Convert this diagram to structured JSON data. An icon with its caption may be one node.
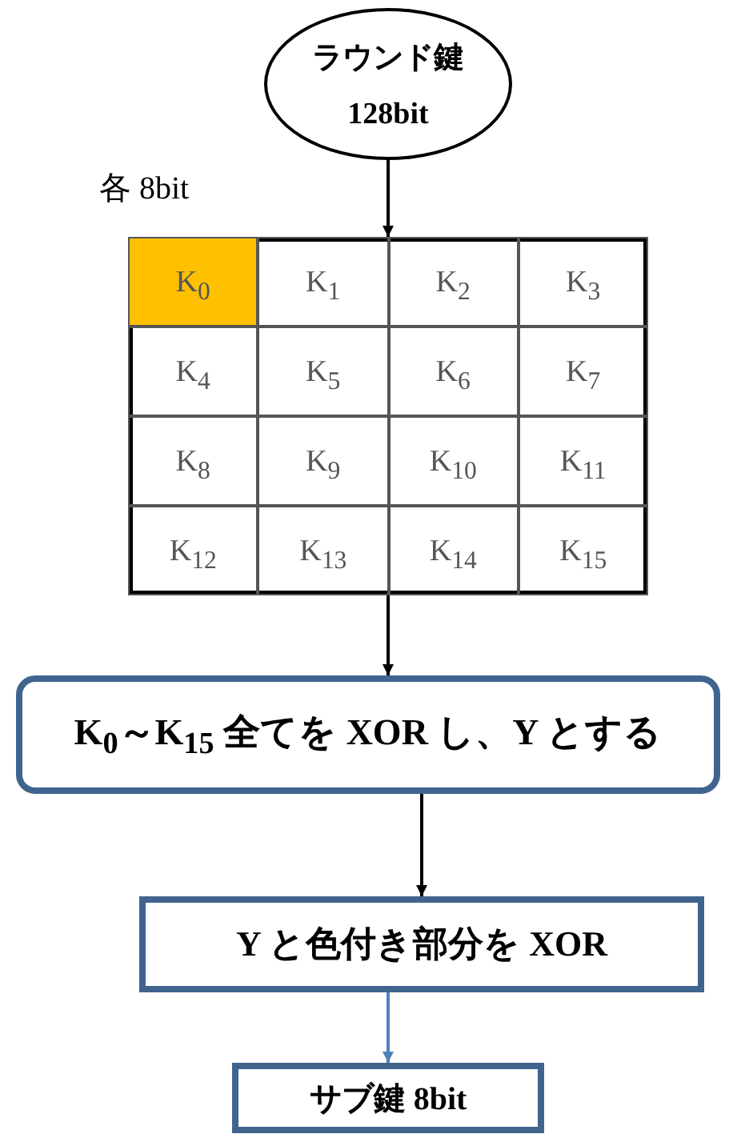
{
  "diagram": {
    "nodes": [
      {
        "text": [
          "ラウンド鍵",
          "128bit"
        ]
      },
      {
        "text": [],
        "shape": "box"
      },
      {
        "text": [
          "K$_{0}$"
        ],
        "in": 1
      },
      {
        "text": [
          "K$_{1}$"
        ],
        "in": 1
      },
      {
        "text": [
          "K$_{2}$"
        ],
        "in": 1
      },
      {
        "text": [
          "K$_{3}$"
        ],
        "in": 1
      },
      {
        "text": [
          "K$_{4}$"
        ],
        "in": 1
      },
      {
        "text": [
          "K$_{5}$"
        ],
        "in": 1
      },
      {
        "text": [
          "K$_{6}$"
        ],
        "in": 1
      },
      {
        "text": [
          "K$_{7}$"
        ],
        "in": 1
      },
      {
        "text": [
          "K$_{8}$"
        ],
        "in": 1
      },
      {
        "text": [
          "K$_{9}$"
        ],
        "in": 1
      },
      {
        "text": [
          "K$_{10}$"
        ],
        "in": 1
      },
      {
        "text": [
          "K$_{11}$"
        ],
        "in": 1
      },
      {
        "text": [
          "K$_{12}$"
        ],
        "in": 1
      },
      {
        "text": [
          "K$_{13}$"
        ],
        "in": 1
      },
      {
        "text": [
          "K$_{14}$"
        ],
        "in": 1
      },
      {
        "text": [
          "K$_{15}$"
        ],
        "in": 1
      },
      {
        "text": [
          "K$_{0}$～K$_{15}$ 全てを XOR し、Y とする"
        ]
      },
      {
        "text": [
          "Y と色付き部分を XOR"
        ]
      },
      {
        "text": [
          "サブ鍵 8bit"
        ]
      }
    ],
    "edges": [
      {
        "from": 0,
        "to": 1,
        "arrow": "to"
      },
      {
        "from": 1,
        "to": 18,
        "arrow": "to"
      },
      {
        "from": 18,
        "to": 19,
        "arrow": "to"
      },
      {
        "from": 19,
        "to": 20,
        "arrow": "to",
        "color": "#4f81bd"
      }
    ],
    "labels": [
      "各 8bit"
    ]
  }
}
